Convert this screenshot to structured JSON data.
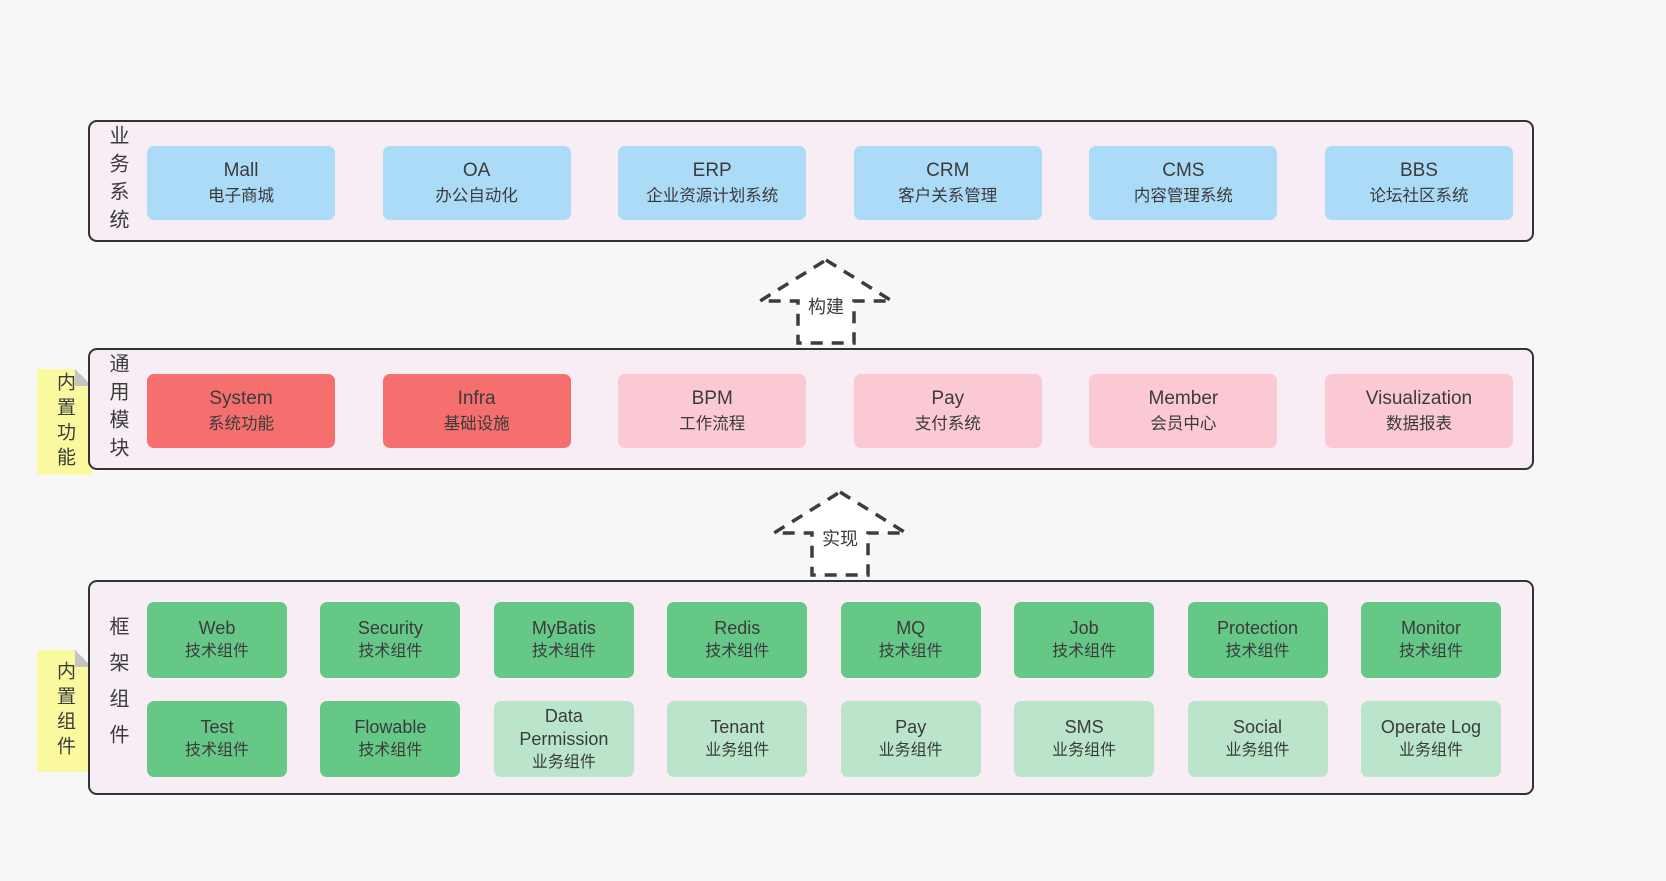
{
  "colors": {
    "page_bg": "#f7f7f7",
    "panel_bg": "#f9edf5",
    "panel_border": "#333333",
    "blue_box": "#abdbf6",
    "red_box": "#f56f6f",
    "pink_box": "#fbc9d4",
    "green_dark_box": "#66c887",
    "green_light_box": "#bae5ca",
    "sticky_yellow": "#fbf9a0",
    "text": "#3b3b3b"
  },
  "sections": {
    "business": {
      "label": "业务系统",
      "boxes": [
        {
          "name": "Mall",
          "subtitle": "电子商城"
        },
        {
          "name": "OA",
          "subtitle": "办公自动化"
        },
        {
          "name": "ERP",
          "subtitle": "企业资源计划系统"
        },
        {
          "name": "CRM",
          "subtitle": "客户关系管理"
        },
        {
          "name": "CMS",
          "subtitle": "内容管理系统"
        },
        {
          "name": "BBS",
          "subtitle": "论坛社区系统"
        }
      ]
    },
    "build_arrow": {
      "label": "构建"
    },
    "modules": {
      "label": "通用模块",
      "sticky_note": "内置功能",
      "boxes": [
        {
          "name": "System",
          "subtitle": "系统功能"
        },
        {
          "name": "Infra",
          "subtitle": "基础设施"
        },
        {
          "name": "BPM",
          "subtitle": "工作流程"
        },
        {
          "name": "Pay",
          "subtitle": "支付系统"
        },
        {
          "name": "Member",
          "subtitle": "会员中心"
        },
        {
          "name": "Visualization",
          "subtitle": "数据报表"
        }
      ]
    },
    "implement_arrow": {
      "label": "实现"
    },
    "framework": {
      "label": "框架组件",
      "sticky_note": "内置组件",
      "row1": [
        {
          "name": "Web",
          "subtitle": "技术组件"
        },
        {
          "name": "Security",
          "subtitle": "技术组件"
        },
        {
          "name": "MyBatis",
          "subtitle": "技术组件"
        },
        {
          "name": "Redis",
          "subtitle": "技术组件"
        },
        {
          "name": "MQ",
          "subtitle": "技术组件"
        },
        {
          "name": "Job",
          "subtitle": "技术组件"
        },
        {
          "name": "Protection",
          "subtitle": "技术组件"
        },
        {
          "name": "Monitor",
          "subtitle": "技术组件"
        }
      ],
      "row2": [
        {
          "name": "Test",
          "subtitle": "技术组件"
        },
        {
          "name": "Flowable",
          "subtitle": "技术组件"
        },
        {
          "name": "Data Permission",
          "subtitle": "业务组件"
        },
        {
          "name": "Tenant",
          "subtitle": "业务组件"
        },
        {
          "name": "Pay",
          "subtitle": "业务组件"
        },
        {
          "name": "SMS",
          "subtitle": "业务组件"
        },
        {
          "name": "Social",
          "subtitle": "业务组件"
        },
        {
          "name": "Operate Log",
          "subtitle": "业务组件"
        }
      ]
    }
  }
}
